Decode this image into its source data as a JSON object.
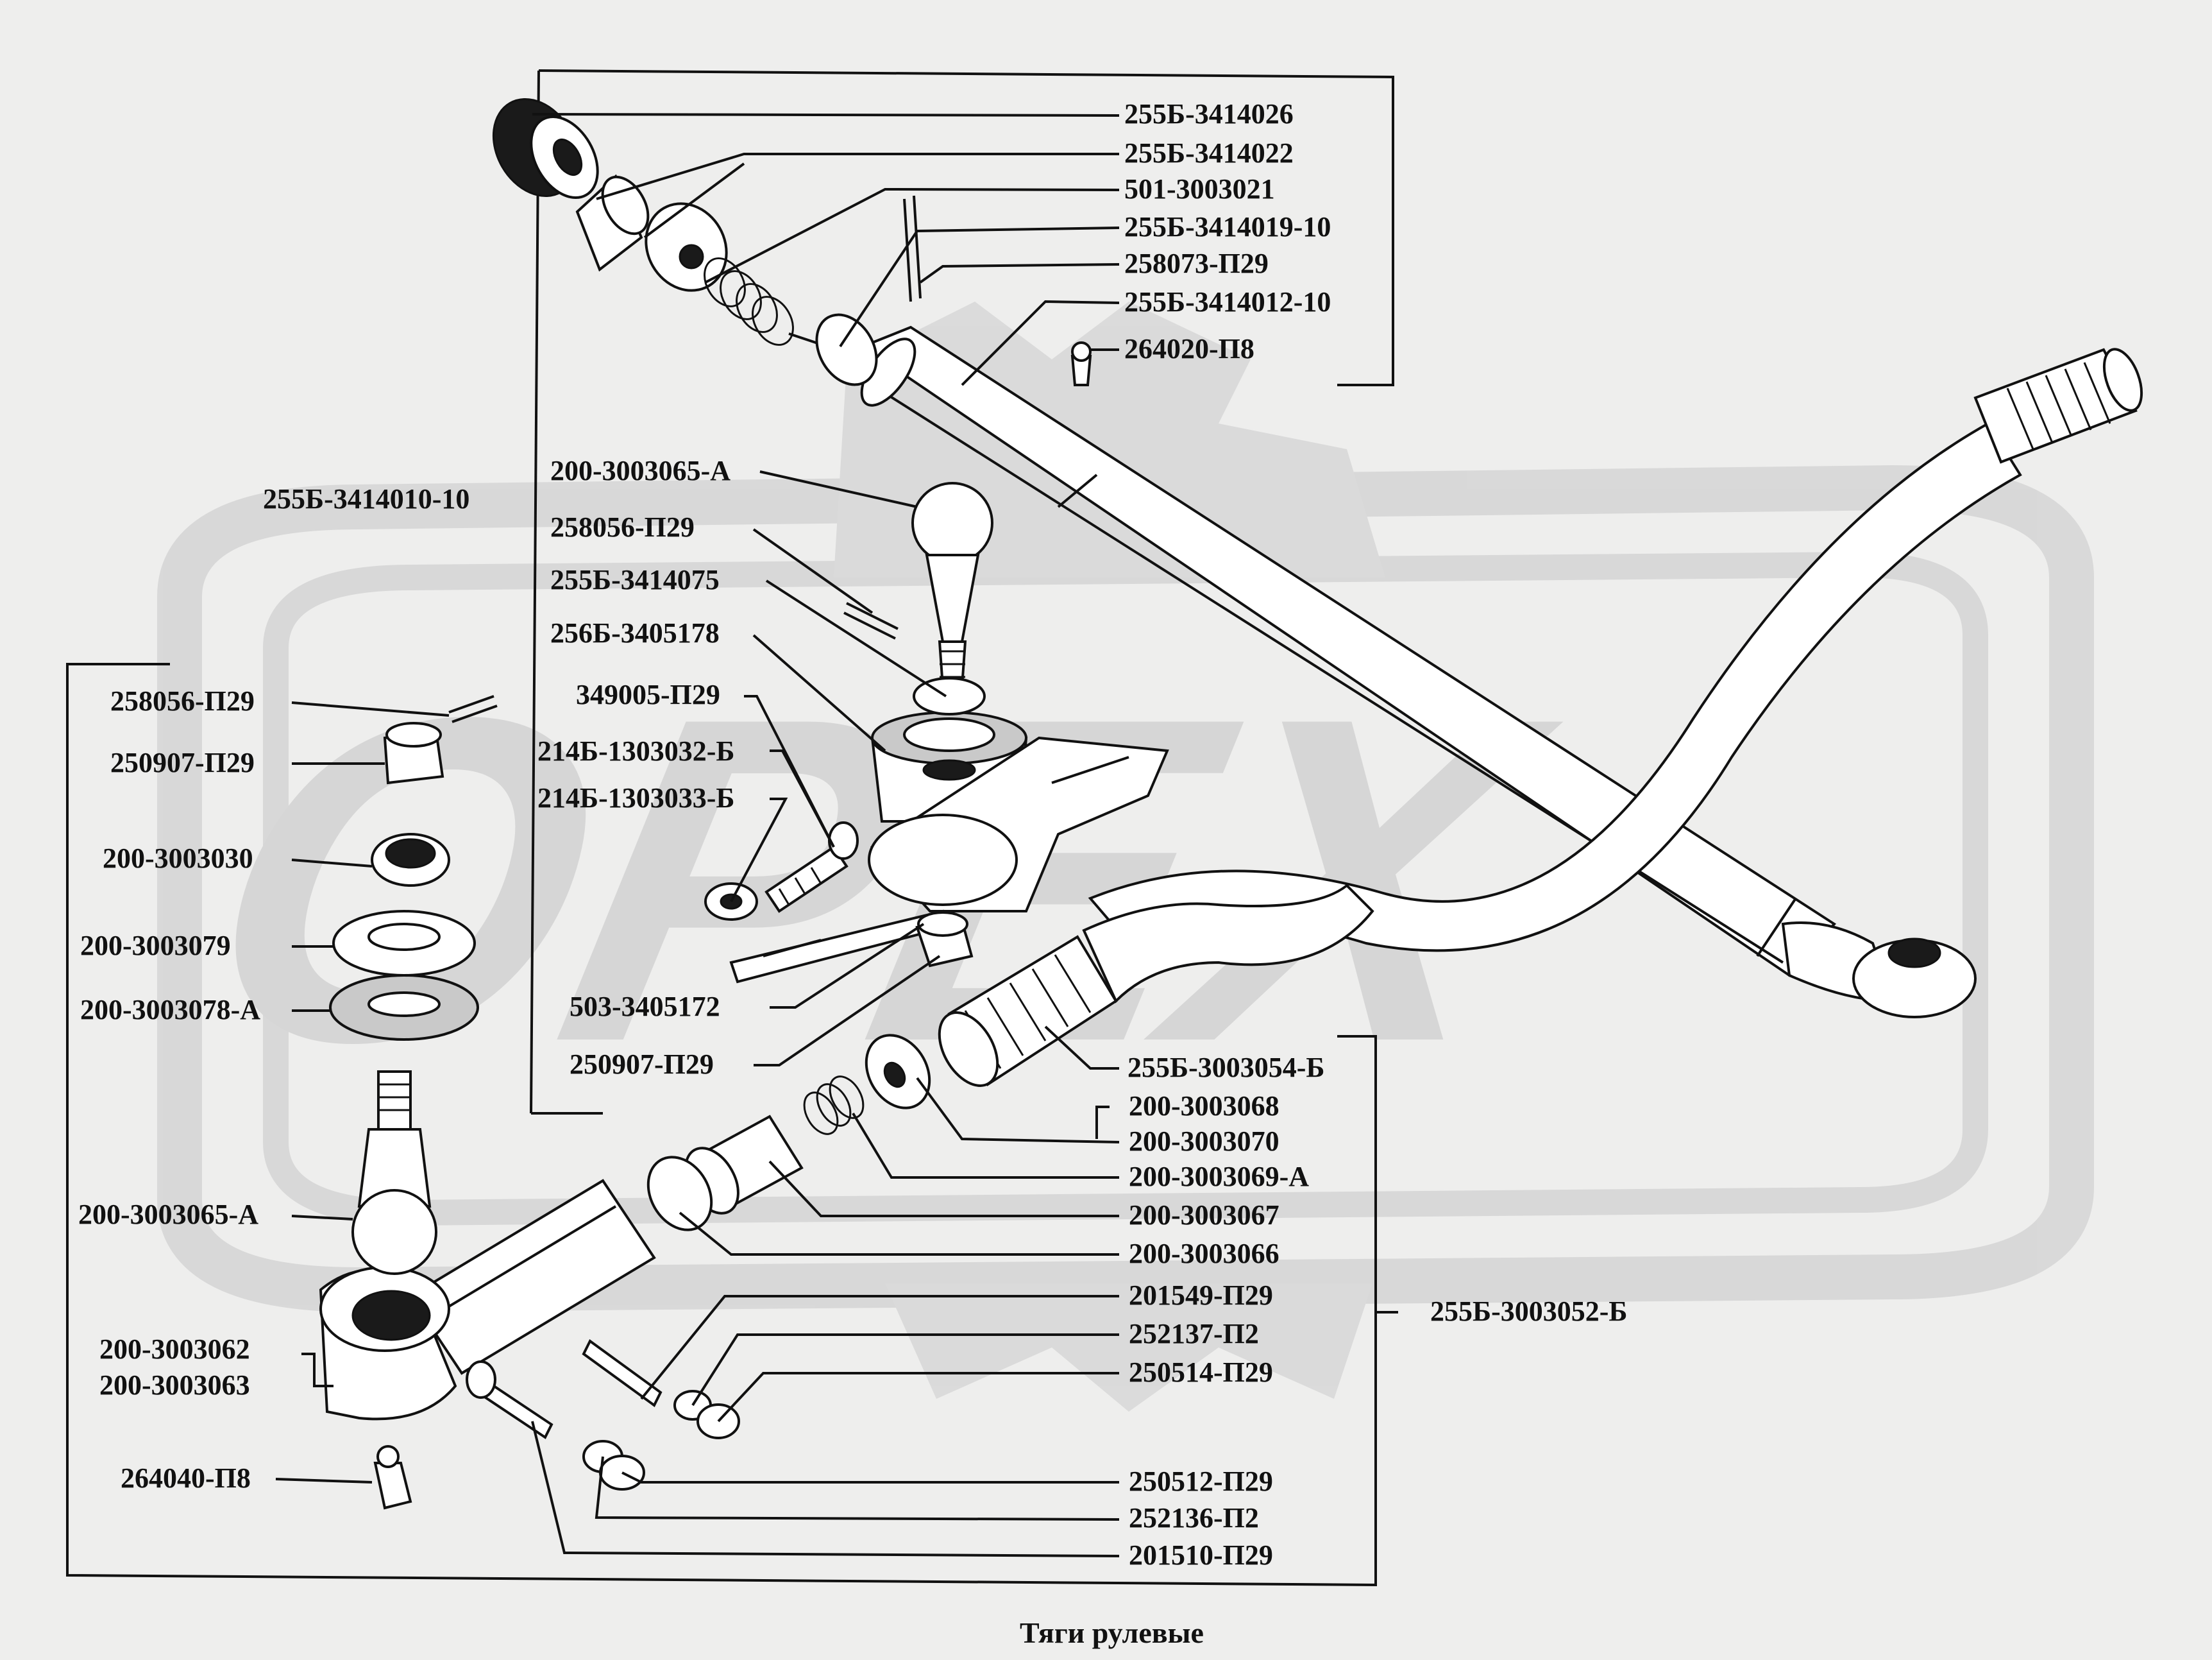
{
  "watermark": {
    "text": "OPEX",
    "color": "#d4d4d4"
  },
  "caption": "Тяги рулевые",
  "labels": {
    "l01": "255Б-3414026",
    "l02": "255Б-3414022",
    "l03": "501-3003021",
    "l04": "255Б-3414019-10",
    "l05": "258073-П29",
    "l06": "255Б-3414012-10",
    "l07": "264020-П8",
    "l08": "255Б-3414010-10",
    "l09": "200-3003065-А",
    "l10": "258056-П29",
    "l11": "255Б-3414075",
    "l12": "256Б-3405178",
    "l13": "349005-П29",
    "l14": "214Б-1303032-Б",
    "l15": "214Б-1303033-Б",
    "l16": "503-3405172",
    "l17": "250907-П29",
    "l18": "258056-П29",
    "l19": "250907-П29",
    "l20": "200-3003030",
    "l21": "200-3003079",
    "l22": "200-3003078-А",
    "l23": "200-3003065-А",
    "l24": "200-3003062",
    "l25": "200-3003063",
    "l26": "264040-П8",
    "l27": "255Б-3003054-Б",
    "l28": "200-3003068",
    "l29": "200-3003070",
    "l30": "200-3003069-А",
    "l31": "200-3003067",
    "l32": "200-3003066",
    "l33": "201549-П29",
    "l34": "252137-П2",
    "l35": "250514-П29",
    "l36": "255Б-3003052-Б",
    "l37": "250512-П29",
    "l38": "252136-П2",
    "l39": "201510-П29"
  }
}
